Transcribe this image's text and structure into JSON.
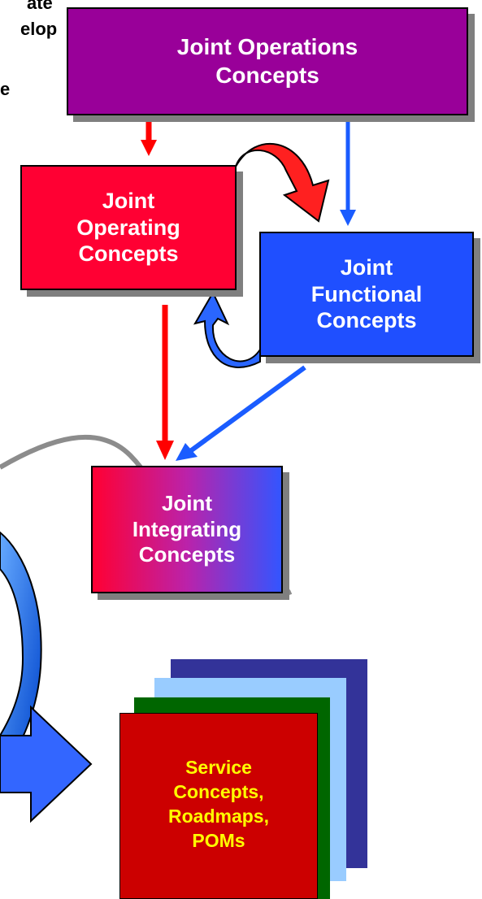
{
  "fragments": {
    "line1": "ate",
    "line2": "elop",
    "line3": "e"
  },
  "boxes": {
    "ops": "Joint Operations\nConcepts",
    "operating": "Joint\nOperating\nConcepts",
    "functional": "Joint\nFunctional\nConcepts",
    "integrating": "Joint\nIntegrating\nConcepts",
    "service": "Service\nConcepts,\nRoadmaps,\nPOMs"
  },
  "colors": {
    "ops": "#990099",
    "operating": "#ff0033",
    "functional": "#1f4fff",
    "integrating_start": "#ff0033",
    "integrating_end": "#3355ff",
    "service_front": "#cc0000",
    "service_layer2": "#006600",
    "service_layer3": "#99ccff",
    "service_layer4": "#333399",
    "service_text": "#ffff00",
    "red_arrow": "#ff0000",
    "blue_arrow": "#1a5cff"
  }
}
